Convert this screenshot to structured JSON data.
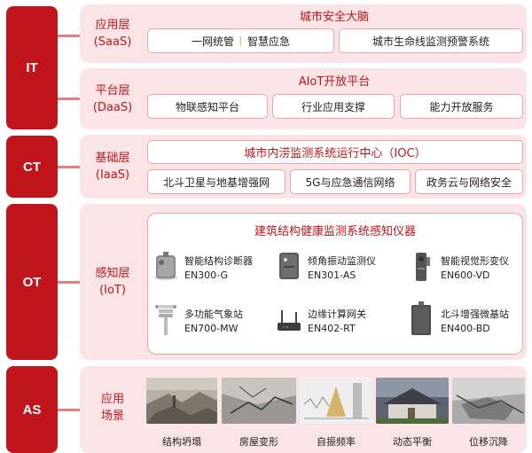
{
  "layers": {
    "it": "IT",
    "ct": "CT",
    "ot": "OT",
    "as": "AS"
  },
  "saas": {
    "label_line1": "应用层",
    "label_line2": "(SaaS)",
    "title": "城市安全大脑",
    "box1_part1": "一网统管",
    "box1_part2": "智慧应急",
    "box2": "城市生命线监测预警系统"
  },
  "daas": {
    "label_line1": "平台层",
    "label_line2": "(DaaS)",
    "title": "AIoT开放平台",
    "boxes": [
      "物联感知平台",
      "行业应用支撑",
      "能力开放服务"
    ]
  },
  "iaas": {
    "label_line1": "基础层",
    "label_line2": "(IaaS)",
    "title": "城市内涝监测系统运行中心（IOC）",
    "boxes": [
      "北斗卫星与地基增强网",
      "5G与应急通信网络",
      "政务云与网络安全"
    ]
  },
  "iot": {
    "label_line1": "感知层",
    "label_line2": "(IoT)",
    "title": "建筑结构健康监测系统感知仪器",
    "devices": [
      {
        "name": "智能结构诊断器",
        "model": "EN300-G",
        "icon": "structure-diagnoser-icon"
      },
      {
        "name": "倾角振动监测仪",
        "model": "EN301-AS",
        "icon": "tilt-vibration-monitor-icon"
      },
      {
        "name": "智能视觉形变仪",
        "model": "EN600-VD",
        "icon": "visual-deformation-icon"
      },
      {
        "name": "多功能气象站",
        "model": "EN700-MW",
        "icon": "weather-station-icon"
      },
      {
        "name": "边缘计算网关",
        "model": "EN402-RT",
        "icon": "edge-gateway-icon"
      },
      {
        "name": "北斗增强微基站",
        "model": "EN400-BD",
        "icon": "beidou-base-station-icon"
      }
    ]
  },
  "scenes": {
    "label_line1": "应用",
    "label_line2": "场景",
    "items": [
      {
        "label": "结构坍塌"
      },
      {
        "label": "房屋变形"
      },
      {
        "label": "自振频率"
      },
      {
        "label": "动态平衡"
      },
      {
        "label": "位移沉降"
      }
    ]
  },
  "colors": {
    "brand_red": "#c0151c",
    "panel_pink": "#fbe4e5",
    "box_border": "#e6a7aa"
  }
}
